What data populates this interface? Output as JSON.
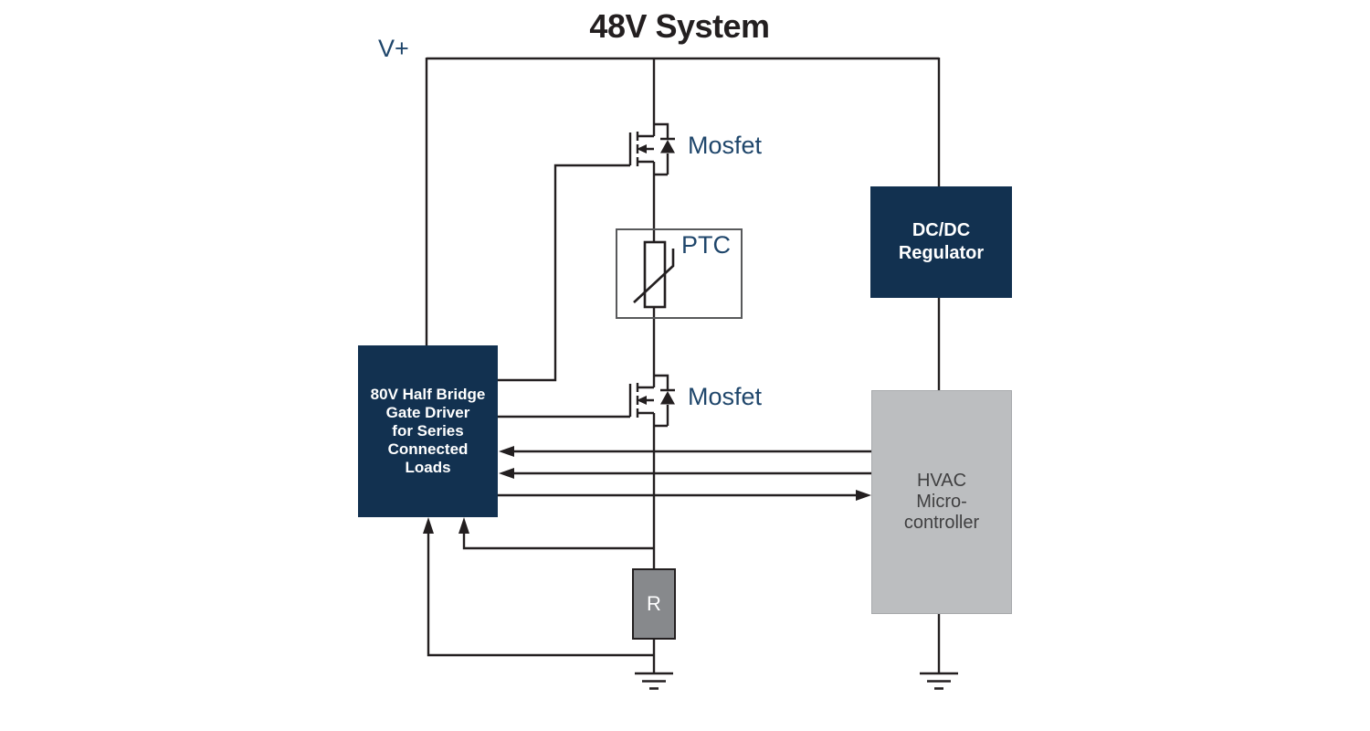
{
  "title": "48V System",
  "colors": {
    "navy_box": "#123150",
    "hvac_gray": "#bcbec0",
    "resistor_gray": "#87898c",
    "wire": "#231f20",
    "label_blue": "#1f466b",
    "title_black": "#231f20"
  },
  "labels": {
    "v_plus": "V+",
    "mosfet_top": "Mosfet",
    "mosfet_bottom": "Mosfet",
    "ptc": "PTC",
    "resistor": "R"
  },
  "boxes": {
    "gate_driver": {
      "text": "80V Half Bridge\nGate Driver\nfor Series\nConnected\nLoads"
    },
    "dcdc_regulator": {
      "text": "DC/DC\nRegulator"
    },
    "hvac_microcontroller": {
      "text": "HVAC\nMicro-\ncontroller"
    }
  }
}
